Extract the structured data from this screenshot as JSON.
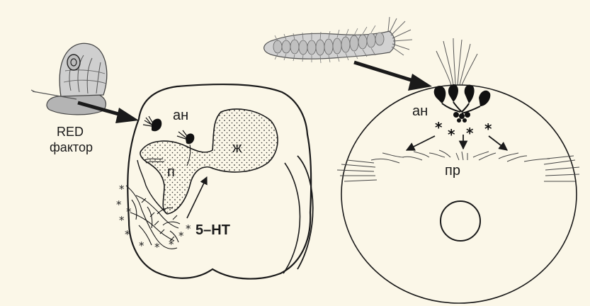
{
  "figure": {
    "background_color": "#fbf7e8",
    "line_color": "#1a1a1a",
    "organism_fill": "#c9c9c9",
    "dots_fill": "#ffffff"
  },
  "left_panel": {
    "factor_label_line1": "RED",
    "factor_label_line2": "фактор",
    "apical_organ_label": "ан",
    "stomach_label": "ж",
    "pharynx_label": "п",
    "serotonin_label": "5–НТ",
    "marker_symbol": "*"
  },
  "right_panel": {
    "apical_organ_label": "ан",
    "prototroch_label": "пр",
    "marker_symbol": "*"
  },
  "icons": [
    "snail-icon",
    "polychaete-worm-icon"
  ]
}
